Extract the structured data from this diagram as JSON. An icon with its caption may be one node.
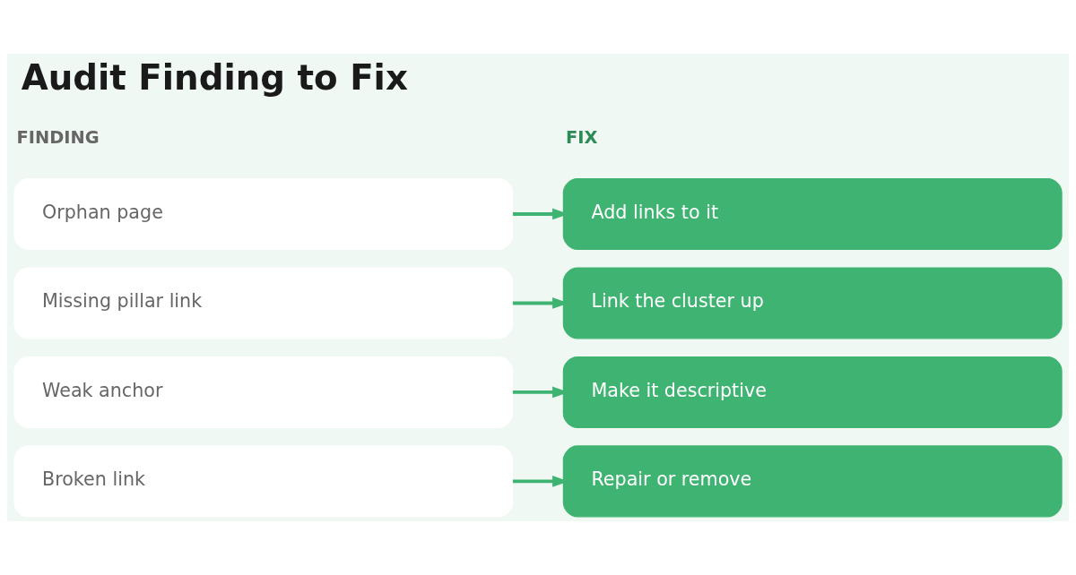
{
  "diagram": {
    "title": "Audit Finding to Fix",
    "nodes": [
      {
        "text": [
          "Orphan page"
        ]
      },
      {
        "text": [
          "Add links to it"
        ]
      },
      {
        "text": [
          "Missing pillar link"
        ]
      },
      {
        "text": [
          "Link the cluster up"
        ]
      },
      {
        "text": [
          "Weak anchor"
        ]
      },
      {
        "text": [
          "Make it descriptive"
        ]
      },
      {
        "text": [
          "Broken link"
        ]
      },
      {
        "text": [
          "Repair or remove"
        ]
      }
    ],
    "edges": [
      {
        "from": 0,
        "to": 1,
        "arrow": "to"
      },
      {
        "from": 2,
        "to": 3,
        "arrow": "to"
      },
      {
        "from": 4,
        "to": 5,
        "arrow": "to"
      },
      {
        "from": 6,
        "to": 7,
        "arrow": "to"
      }
    ],
    "labels": [
      "FINDING",
      "FIX"
    ]
  }
}
